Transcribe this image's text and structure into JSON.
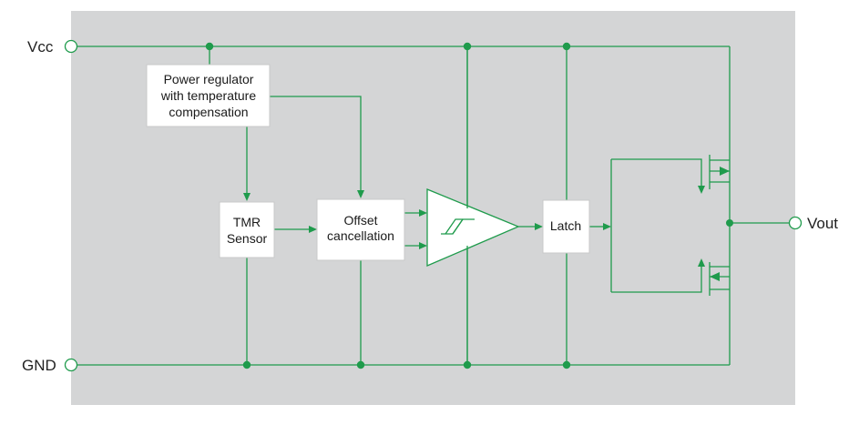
{
  "pins": {
    "vcc": "Vcc",
    "gnd": "GND",
    "vout": "Vout"
  },
  "blocks": {
    "power_regulator": [
      "Power regulator",
      "with temperature",
      "compensation"
    ],
    "tmr_sensor": [
      "TMR",
      "Sensor"
    ],
    "offset_cancellation": [
      "Offset",
      "cancellation"
    ],
    "latch": "Latch"
  },
  "colors": {
    "wire": "#1f9b4c",
    "panel": "#d4d5d6",
    "block": "#ffffff"
  },
  "icons": {
    "comparator": "comparator-hysteresis-icon",
    "output_stage": "cmos-output-transistors-icon"
  }
}
